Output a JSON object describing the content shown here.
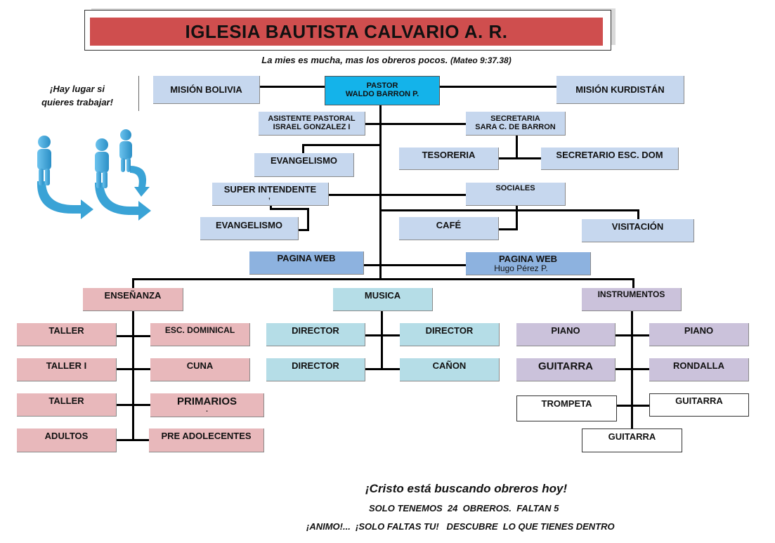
{
  "header": {
    "title": "IGLESIA BAUTISTA CALVARIO A. R.",
    "verse": "La mies es mucha, mas los obreros pocos.",
    "verse_ref": "(Mateo 9:37.38)"
  },
  "sidebar": {
    "slogan_line1": "¡Hay lugar si",
    "slogan_line2": "quieres trabajar!"
  },
  "top": {
    "mision_bolivia": "MISIÓN BOLIVIA",
    "pastor_title": "PASTOR",
    "pastor_name": "WALDO BARRON P.",
    "mision_kurdistan": "MISIÓN KURDISTÁN"
  },
  "staff": {
    "asistente_line1": "ASISTENTE PASTORAL",
    "asistente_line2": "ISRAEL GONZALEZ I",
    "secretaria_line1": "SECRETARIA",
    "secretaria_line2": "SARA C.  DE BARRON",
    "evangelismo_1": "EVANGELISMO",
    "tesoreria": "TESORERIA",
    "secretario_esc_dom": "SECRETARIO  ESC. DOM",
    "super_intendente": "SUPER  INTENDENTE",
    "super_mark": ",",
    "sociales": "SOCIALES",
    "evangelismo_2": "EVANGELISMO",
    "cafe": "CAFÉ",
    "visitacion": "VISITACIÓN",
    "pagina_web_left": "PAGINA WEB",
    "pagina_web_right": "PAGINA WEB",
    "pagina_web_right_name": "Hugo Pérez P."
  },
  "departments": {
    "ensenanza": "ENSEÑANZA",
    "musica": "MUSICA",
    "instrumentos": "INSTRUMENTOS"
  },
  "ensenanza_items": {
    "taller_1": "TALLER",
    "esc_dominical": "ESC. DOMINICAL",
    "taller_i": "TALLER I",
    "cuna": "CUNA",
    "taller_2": "TALLER",
    "primarios": "PRIMARIOS",
    "primarios_mark": ".",
    "adultos": "ADULTOS",
    "pre_adolecentes": "PRE ADOLECENTES"
  },
  "musica_items": {
    "director_1": "DIRECTOR",
    "director_2": "DIRECTOR",
    "director_3": "DIRECTOR",
    "canon": "CAÑON"
  },
  "instrumentos_items": {
    "piano_1": "PIANO",
    "piano_2": "PIANO",
    "guitarra_1": "GUITARRA",
    "rondalla": "RONDALLA",
    "trompeta": "TROMPETA",
    "guitarra_2": "GUITARRA",
    "guitarra_3": "GUITARRA"
  },
  "footer": {
    "line1": "¡Cristo está buscando obreros hoy!",
    "line2": "SOLO TENEMOS  24  OBREROS.  FALTAN 5",
    "line3": "¡ANIMO!...  ¡SOLO FALTAS TU!   DESCUBRE  LO QUE TIENES DENTRO"
  },
  "colors": {
    "title_bar": "#cf4e4e",
    "pastor_box": "#14b3ea",
    "staff_box": "#c6d7ee",
    "web_box": "#8db2df",
    "ensenanza_box": "#e8b8bb",
    "musica_box": "#b5dde7",
    "instrumentos_box": "#cbc2db",
    "figures": "#3aa3d6"
  },
  "icons": {
    "illustration": "people-arrows-icon"
  }
}
